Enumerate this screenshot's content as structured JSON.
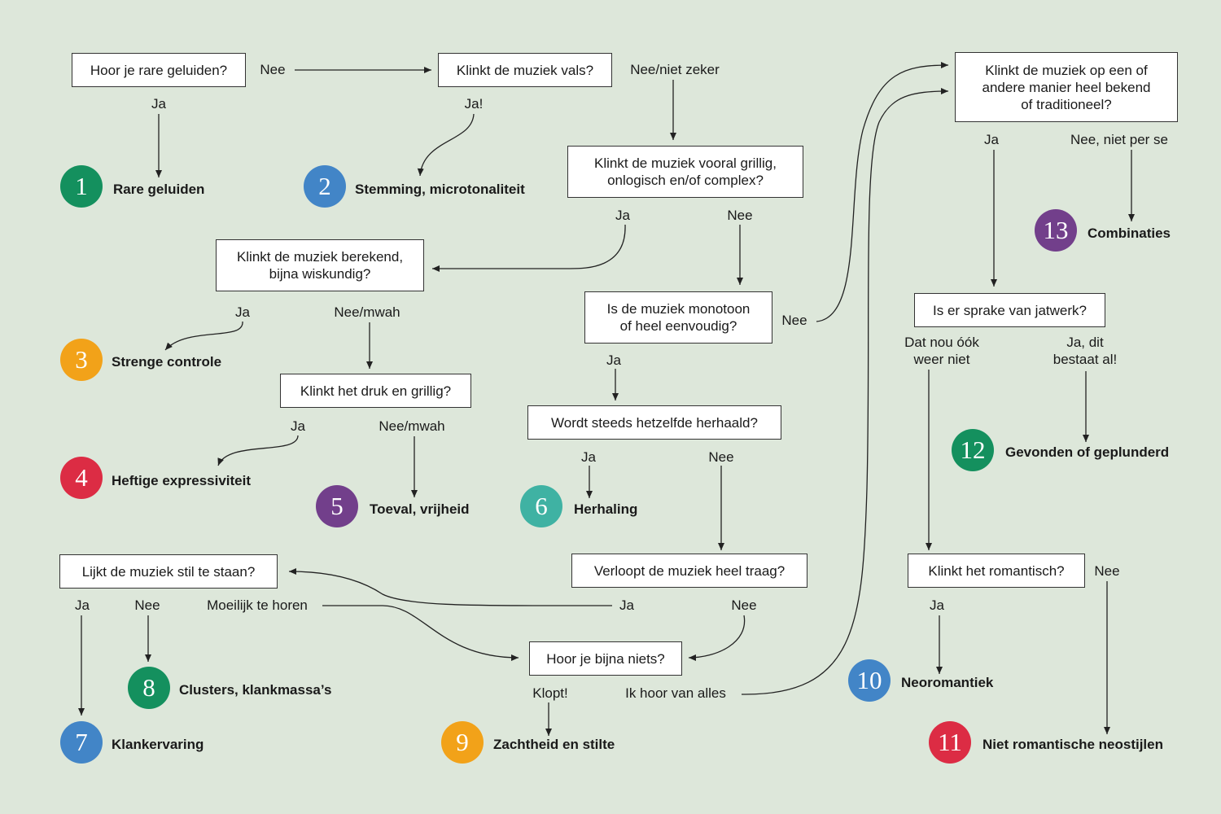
{
  "colors": {
    "background": "#dde7da",
    "green": "#14905e",
    "blue": "#4285c7",
    "orange": "#f2a219",
    "red": "#dc2c44",
    "purple": "#723f8b",
    "teal": "#3fb2a3",
    "line": "#222222"
  },
  "questions": {
    "q1": "Hoor je rare geluiden?",
    "q2": "Klinkt de muziek vals?",
    "q3": "Klinkt de muziek vooral grillig,\nonlogisch en/of complex?",
    "q4": "Klinkt de muziek berekend,\nbijna wiskundig?",
    "q5": "Is de muziek monotoon\nof heel eenvoudig?",
    "q6": "Klinkt het druk en grillig?",
    "q7": "Wordt steeds hetzelfde herhaald?",
    "q8": "Verloopt de muziek heel traag?",
    "q9": "Lijkt de muziek stil te staan?",
    "q10": "Hoor je bijna niets?",
    "q11": "Klinkt de muziek op een of\nandere manier heel bekend\nof traditioneel?",
    "q12": "Is er sprake van jatwerk?",
    "q13": "Klinkt het romantisch?"
  },
  "answers": {
    "a1_nee": "Nee",
    "a1_ja": "Ja",
    "a2_nee": "Nee/niet zeker",
    "a2_ja": "Ja!",
    "a3_ja": "Ja",
    "a3_nee": "Nee",
    "a4_ja": "Ja",
    "a4_nee": "Nee/mwah",
    "a5_ja": "Ja",
    "a5_nee": "Nee",
    "a6_ja": "Ja",
    "a6_nee": "Nee/mwah",
    "a7_ja": "Ja",
    "a7_nee": "Nee",
    "a8_ja": "Ja",
    "a8_nee": "Nee",
    "a9_ja": "Ja",
    "a9_nee": "Nee",
    "a9_moeilijk": "Moeilijk te horen",
    "a10_klopt": "Klopt!",
    "a10_alles": "Ik hoor van alles",
    "a11_ja": "Ja",
    "a11_nee": "Nee, niet per se",
    "a12_nee": "Dat nou óók\nweer niet",
    "a12_ja": "Ja, dit\nbestaat al!",
    "a13_ja": "Ja",
    "a13_nee": "Nee"
  },
  "categories": [
    {
      "num": "1",
      "label": "Rare geluiden",
      "color": "#14905e"
    },
    {
      "num": "2",
      "label": "Stemming, microtonaliteit",
      "color": "#4285c7"
    },
    {
      "num": "3",
      "label": "Strenge controle",
      "color": "#f2a219"
    },
    {
      "num": "4",
      "label": "Heftige expressiviteit",
      "color": "#dc2c44"
    },
    {
      "num": "5",
      "label": "Toeval, vrijheid",
      "color": "#723f8b"
    },
    {
      "num": "6",
      "label": "Herhaling",
      "color": "#3fb2a3"
    },
    {
      "num": "7",
      "label": "Klankervaring",
      "color": "#4285c7"
    },
    {
      "num": "8",
      "label": "Clusters, klankmassa’s",
      "color": "#14905e"
    },
    {
      "num": "9",
      "label": "Zachtheid en stilte",
      "color": "#f2a219"
    },
    {
      "num": "10",
      "label": "Neoromantiek",
      "color": "#4285c7"
    },
    {
      "num": "11",
      "label": "Niet romantische neostijlen",
      "color": "#dc2c44"
    },
    {
      "num": "12",
      "label": "Gevonden of geplunderd",
      "color": "#14905e"
    },
    {
      "num": "13",
      "label": "Combinaties",
      "color": "#723f8b"
    }
  ]
}
